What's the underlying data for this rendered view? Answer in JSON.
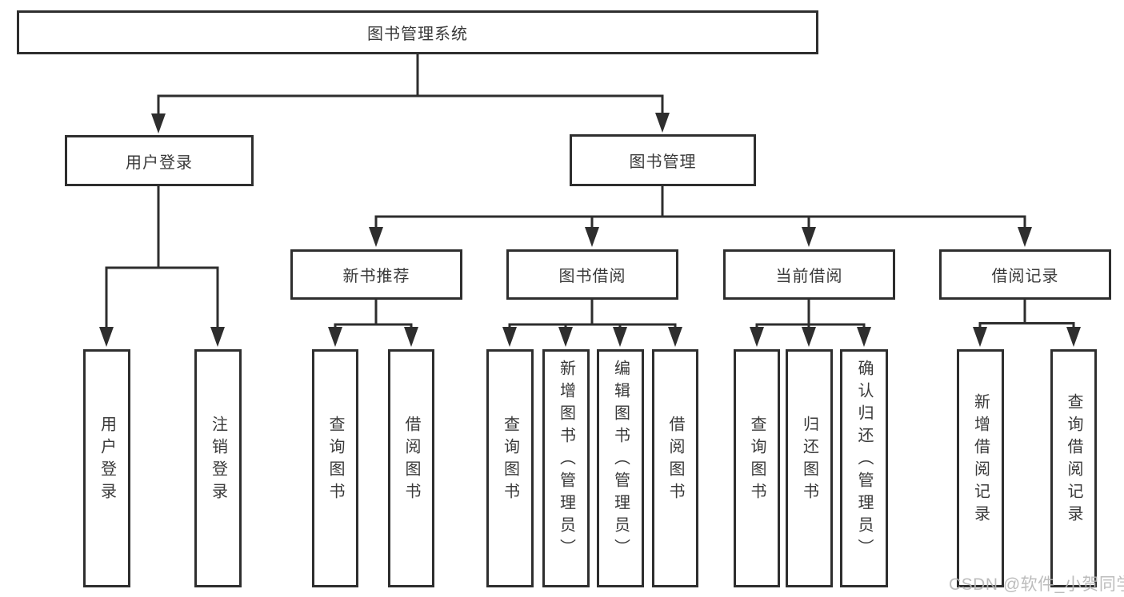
{
  "colors": {
    "line": "#2e2e2e",
    "box_border": "#2e2e2e",
    "text": "#3a3a3a",
    "background": "#ffffff",
    "watermark": "#b6b6b6"
  },
  "watermark": "CSDN @软件_小贺同学",
  "tree": {
    "label": "图书管理系统",
    "children": [
      {
        "label": "用户登录",
        "children": [
          {
            "label": "用户登录"
          },
          {
            "label": "注销登录"
          }
        ]
      },
      {
        "label": "图书管理",
        "children": [
          {
            "label": "新书推荐",
            "children": [
              {
                "label": "查询图书"
              },
              {
                "label": "借阅图书"
              }
            ]
          },
          {
            "label": "图书借阅",
            "children": [
              {
                "label": "查询图书"
              },
              {
                "label": "新增图书（管理员）"
              },
              {
                "label": "编辑图书（管理员）"
              },
              {
                "label": "借阅图书"
              }
            ]
          },
          {
            "label": "当前借阅",
            "children": [
              {
                "label": "查询图书"
              },
              {
                "label": "归还图书"
              },
              {
                "label": "确认归还（管理员）"
              }
            ]
          },
          {
            "label": "借阅记录",
            "children": [
              {
                "label": "新增借阅记录"
              },
              {
                "label": "查询借阅记录"
              }
            ]
          }
        ]
      }
    ]
  }
}
